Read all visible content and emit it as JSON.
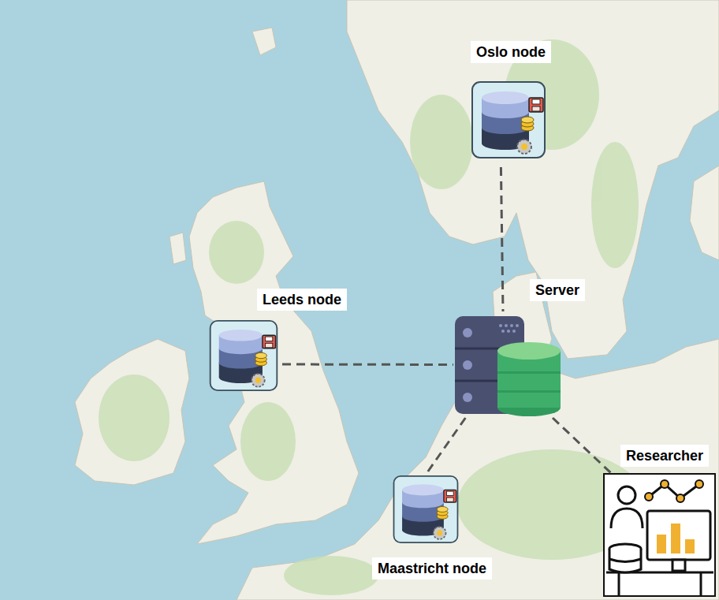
{
  "diagram": {
    "nodes": [
      {
        "text": [
          "Oslo node"
        ]
      },
      {
        "text": [
          "Leeds node"
        ]
      },
      {
        "text": [
          "Server"
        ]
      },
      {
        "text": [
          "Researcher"
        ]
      },
      {
        "text": [
          "Maastricht node"
        ]
      }
    ],
    "edges": [
      {
        "from": 0,
        "to": 2,
        "arrow": "none"
      },
      {
        "from": 1,
        "to": 2,
        "arrow": "none"
      },
      {
        "from": 2,
        "to": 4,
        "arrow": "none"
      },
      {
        "from": 2,
        "to": 3,
        "arrow": "none"
      }
    ]
  }
}
